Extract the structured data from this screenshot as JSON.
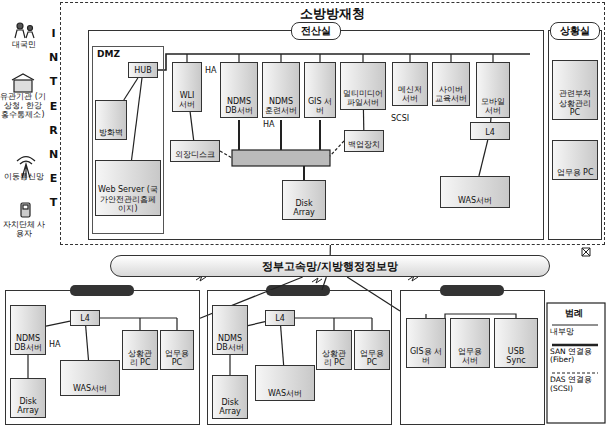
{
  "diagram": {
    "nodes": [
      {
        "text": [
          "소방방재청"
        ]
      },
      {
        "text": [
          "전산실"
        ],
        "in": 0
      },
      {
        "text": [
          "DMZ"
        ],
        "in": 1
      },
      {
        "text": [
          "방화벽"
        ],
        "in": 2
      },
      {
        "text": [
          "HUB"
        ],
        "in": 2
      },
      {
        "text": [
          "Web Server (국가안전관리홈페이지)"
        ],
        "in": 2
      },
      {
        "text": [
          "WLI 서버"
        ],
        "in": 1
      },
      {
        "text": [
          "NDMS DB서버"
        ],
        "in": 1
      },
      {
        "text": [
          "NDMS 훈련서버"
        ],
        "in": 1
      },
      {
        "text": [
          "GIS 서버"
        ],
        "in": 1
      },
      {
        "text": [
          "멀티미디어 파일서버"
        ],
        "in": 1
      },
      {
        "text": [
          "메신저 서버"
        ],
        "in": 1
      },
      {
        "text": [
          "사이버 교육서버"
        ],
        "in": 1
      },
      {
        "text": [
          "모바일 서버"
        ],
        "in": 1
      },
      {
        "text": [
          "외장디스크"
        ],
        "in": 1
      },
      {
        "text": [
          "Disk Array"
        ],
        "in": 1
      },
      {
        "text": [
          "백업장치"
        ],
        "in": 1
      },
      {
        "text": [
          "L4"
        ],
        "in": 1
      },
      {
        "text": [
          "WAS서버"
        ],
        "in": 1
      },
      {
        "text": [
          "상황실"
        ],
        "in": 0
      },
      {
        "text": [
          "관련부처 상황관리 PC"
        ],
        "in": 19
      },
      {
        "text": [
          "업무용 PC"
        ],
        "in": 19
      },
      {
        "text": [
          "대국민"
        ]
      },
      {
        "text": [
          "유관기관 (기상청, 한강 홍수통제소)"
        ]
      },
      {
        "text": [
          "이동통신망"
        ]
      },
      {
        "text": [
          "자치단체 사용자"
        ]
      },
      {
        "text": [
          "정부고속망/지방행정정보망"
        ]
      },
      {
        "text": []
      },
      {
        "text": [
          "NDMS DB서버"
        ],
        "in": 27
      },
      {
        "text": [
          "Disk Array"
        ],
        "in": 27
      },
      {
        "text": [
          "L4"
        ],
        "in": 27
      },
      {
        "text": [
          "WAS서버"
        ],
        "in": 27
      },
      {
        "text": [
          "상황관리 PC"
        ],
        "in": 27
      },
      {
        "text": [
          "업무용 PC"
        ],
        "in": 27
      },
      {
        "text": []
      },
      {
        "text": [
          "NDMS DB서버"
        ],
        "in": 34
      },
      {
        "text": [
          "L4"
        ],
        "in": 34
      },
      {
        "text": [
          "Disk Array"
        ],
        "in": 34
      },
      {
        "text": [
          "WAS서버"
        ],
        "in": 34
      },
      {
        "text": [
          "상황관리 PC"
        ],
        "in": 34
      },
      {
        "text": [
          "업무용 PC"
        ],
        "in": 34
      },
      {
        "text": []
      },
      {
        "text": [
          "GIS용 서버"
        ],
        "in": 41
      },
      {
        "text": [
          "업무용 서버"
        ],
        "in": 41
      },
      {
        "text": [
          "USB Sync"
        ],
        "in": 41
      }
    ],
    "edges": [
      {
        "from": 3,
        "to": 4,
        "arrow": "none"
      },
      {
        "from": 4,
        "to": 5,
        "arrow": "none"
      },
      {
        "from": 6,
        "to": 14,
        "arrow": "none"
      },
      {
        "from": 10,
        "to": 16,
        "arrow": "none"
      },
      {
        "from": 13,
        "to": 17,
        "arrow": "none"
      },
      {
        "from": 17,
        "to": 18,
        "arrow": "none"
      },
      {
        "from": 0,
        "to": 26,
        "arrow": "none"
      },
      {
        "from": 26,
        "to": 27,
        "arrow": "none"
      },
      {
        "from": 26,
        "to": 34,
        "arrow": "none"
      },
      {
        "from": 26,
        "to": 41,
        "arrow": "none"
      },
      {
        "from": 28,
        "to": 29,
        "arrow": "none"
      },
      {
        "from": 28,
        "to": 30,
        "arrow": "none"
      },
      {
        "from": 30,
        "to": 31,
        "arrow": "none"
      },
      {
        "from": 35,
        "to": 37,
        "arrow": "none"
      },
      {
        "from": 35,
        "to": 36,
        "arrow": "none"
      },
      {
        "from": 36,
        "to": 38,
        "arrow": "none"
      }
    ],
    "labels": [
      "INTERNET",
      "HA",
      "HA",
      "SCSI",
      "HA",
      "범례"
    ],
    "legend": [
      {
        "text": "내부망"
      },
      {
        "text": "SAN 연결용(Fiber)"
      },
      {
        "text": "DAS 연결용(SCSI)"
      }
    ]
  }
}
